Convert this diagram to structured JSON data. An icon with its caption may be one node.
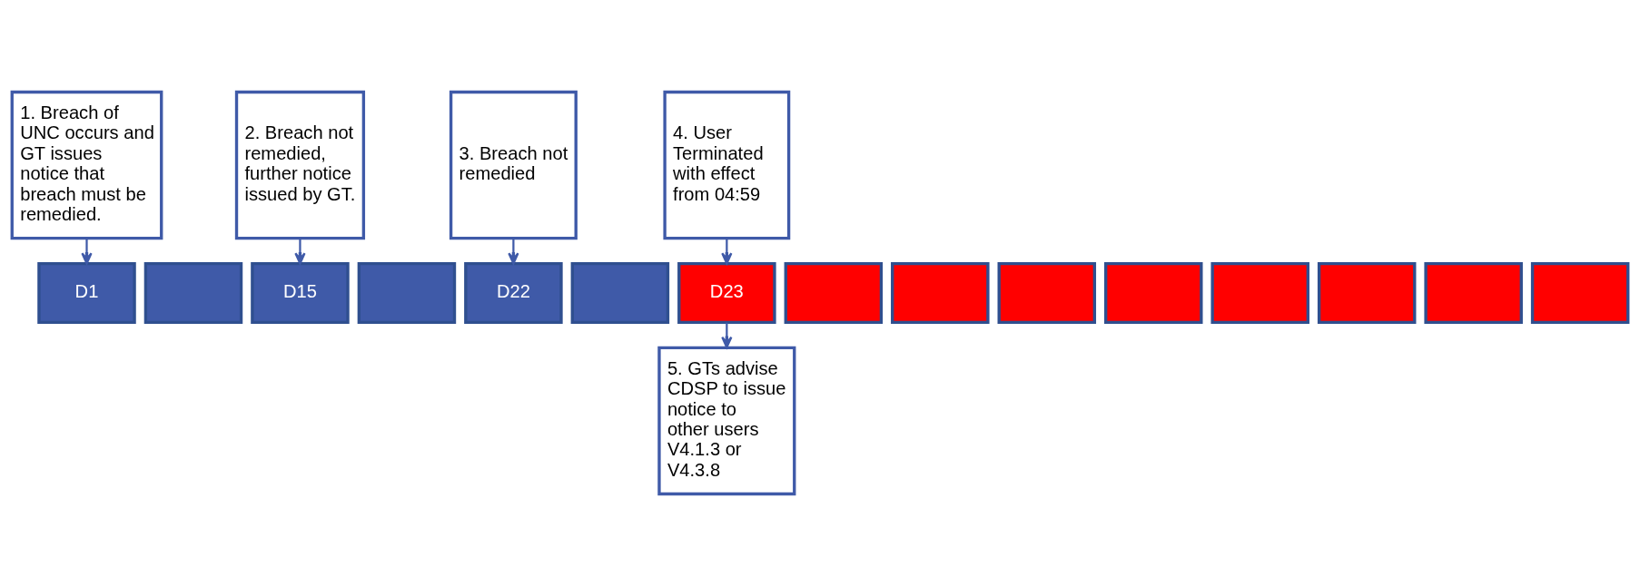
{
  "diagram": {
    "nodes": [
      {
        "text": [
          "1. Breach of UNC occurs and GT issues notice that breach must be remedied."
        ]
      },
      {
        "text": [
          "2. Breach not remedied, further notice issued by GT."
        ]
      },
      {
        "text": [
          "3. Breach not remedied"
        ]
      },
      {
        "text": [
          "4. User Terminated with effect from 04:59"
        ]
      },
      {
        "text": [
          "D1"
        ]
      },
      {
        "text": [],
        "shape": "box"
      },
      {
        "text": [
          "D15"
        ]
      },
      {
        "text": [],
        "shape": "box"
      },
      {
        "text": [
          "D22"
        ]
      },
      {
        "text": [],
        "shape": "box"
      },
      {
        "text": [
          "D23"
        ]
      },
      {
        "text": [],
        "shape": "box"
      },
      {
        "text": [],
        "shape": "box"
      },
      {
        "text": [],
        "shape": "box"
      },
      {
        "text": [],
        "shape": "box"
      },
      {
        "text": [],
        "shape": "box"
      },
      {
        "text": [],
        "shape": "box"
      },
      {
        "text": [],
        "shape": "box"
      },
      {
        "text": [],
        "shape": "box"
      },
      {
        "text": [
          "5. GTs advise CDSP to issue notice to other users V4.1.3 or V4.3.8"
        ]
      }
    ],
    "edges": [
      {
        "from": 0,
        "to": 4,
        "arrow": "to"
      },
      {
        "from": 1,
        "to": 6,
        "arrow": "to"
      },
      {
        "from": 2,
        "to": 8,
        "arrow": "to"
      },
      {
        "from": 3,
        "to": 10,
        "arrow": "to"
      },
      {
        "from": 10,
        "to": 19,
        "arrow": "to"
      }
    ]
  }
}
